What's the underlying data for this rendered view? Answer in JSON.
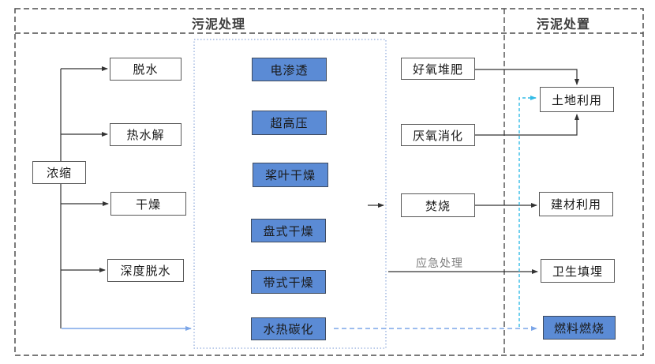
{
  "headers": {
    "treatment": "污泥处理",
    "disposal": "污泥处置"
  },
  "nodes": {
    "thickening": "浓缩",
    "dewatering": "脱水",
    "thermal_hydrolysis": "热水解",
    "drying": "干燥",
    "deep_dewatering": "深度脱水",
    "electro_osmosis": "电渗透",
    "ultra_high_pressure": "超高压",
    "paddle_drying": "桨叶干燥",
    "disc_drying": "盘式干燥",
    "belt_drying": "带式干燥",
    "hydrothermal_carbonization": "水热碳化",
    "aerobic_composting": "好氧堆肥",
    "anaerobic_digestion": "厌氧消化",
    "incineration": "焚烧",
    "land_use": "土地利用",
    "building_material_use": "建材利用",
    "sanitary_landfill": "卫生填埋",
    "fuel_combustion": "燃料燃烧"
  },
  "labels": {
    "emergency": "应急处理"
  },
  "colors": {
    "treat_box_fill": "#5B8BD5",
    "treat_box_border": "#3e4a5e",
    "plain_box_border": "#595959",
    "dashed_frame": "#4d4d4d",
    "dotted_container": "#8FAADC",
    "blue_arrow": "#7CA6E8",
    "cyan_arrow": "#33BBE6",
    "emergency_text": "#7f7f7f"
  }
}
